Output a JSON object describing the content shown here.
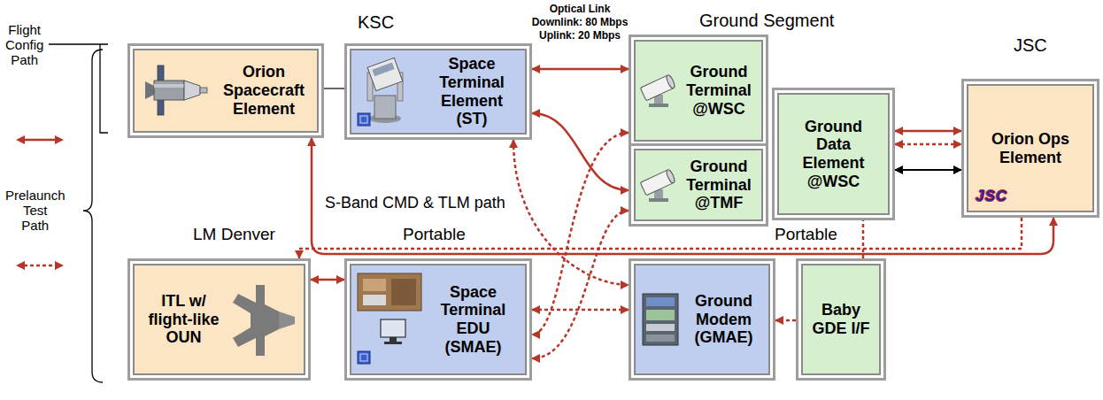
{
  "diagram": {
    "nodes": [
      {
        "text": [
          "Orion Spacecraft Element"
        ]
      },
      {
        "text": [
          "Space Terminal Element (ST)"
        ]
      },
      {
        "text": [
          "Ground Terminal @WSC"
        ]
      },
      {
        "text": [
          "Ground Terminal @TMF"
        ]
      },
      {
        "text": [
          "Ground Data Element @WSC"
        ]
      },
      {
        "text": [
          "Orion Ops Element",
          "JSC"
        ]
      },
      {
        "text": [
          "ITL w/ flight-like OUN"
        ]
      },
      {
        "text": [
          "Space Terminal EDU (SMAE)"
        ]
      },
      {
        "text": [
          "Ground Modem (GMAE)"
        ]
      },
      {
        "text": [
          "Baby GDE I/F"
        ]
      }
    ],
    "edges": [
      {
        "from": 0,
        "to": 1,
        "arrow": "none"
      },
      {
        "from": 1,
        "to": 2,
        "arrow": "both"
      },
      {
        "from": 1,
        "to": 3,
        "arrow": "both"
      },
      {
        "from": 4,
        "to": 5,
        "arrow": "both"
      },
      {
        "from": 4,
        "to": 5,
        "arrow": "both"
      },
      {
        "from": 4,
        "to": 5,
        "arrow": "both"
      },
      {
        "from": 0,
        "to": 5,
        "arrow": "both",
        "label": "S-Band CMD & TLM path"
      },
      {
        "from": 1,
        "to": 8,
        "arrow": "both"
      },
      {
        "from": 2,
        "to": 7,
        "arrow": "both"
      },
      {
        "from": 3,
        "to": 7,
        "arrow": "both"
      },
      {
        "from": 5,
        "to": 6,
        "arrow": "to"
      },
      {
        "from": 6,
        "to": 7,
        "arrow": "both"
      },
      {
        "from": 7,
        "to": 8,
        "arrow": "both"
      },
      {
        "from": 9,
        "to": 8,
        "arrow": "to"
      },
      {
        "from": 9,
        "to": 4,
        "arrow": "none"
      }
    ],
    "labels": [
      "KSC",
      "Optical Link",
      "Downlink: 80 Mbps",
      "Uplink: 20 Mbps",
      "Ground Segment",
      "JSC",
      "LM Denver",
      "Portable",
      "Portable"
    ],
    "legend": [
      {
        "text": "Flight Config Path"
      },
      {
        "text": "Prelaunch Test Path"
      }
    ]
  }
}
